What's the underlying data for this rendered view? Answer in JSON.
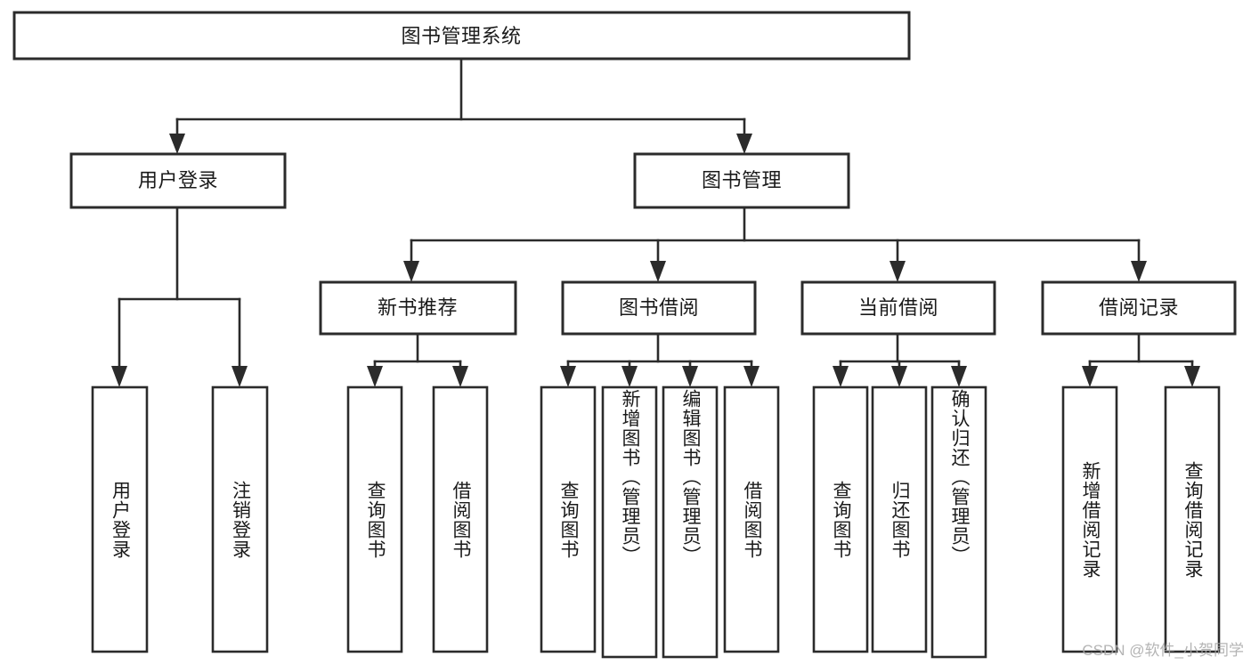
{
  "diagram": {
    "type": "hierarchy-tree",
    "title": "图书管理系统",
    "watermark": "CSDN @软件_小贺同学",
    "levels": {
      "root": {
        "label": "图书管理系统"
      },
      "level2": [
        {
          "id": "user-login",
          "label": "用户登录"
        },
        {
          "id": "book-manage",
          "label": "图书管理"
        }
      ],
      "level3": [
        {
          "id": "new-book-recommend",
          "label": "新书推荐",
          "parent": "book-manage"
        },
        {
          "id": "book-borrow",
          "label": "图书借阅",
          "parent": "book-manage"
        },
        {
          "id": "current-borrow",
          "label": "当前借阅",
          "parent": "book-manage"
        },
        {
          "id": "borrow-record",
          "label": "借阅记录",
          "parent": "book-manage"
        }
      ],
      "leaves": [
        {
          "id": "leaf-user-login",
          "label": "用户登录",
          "parent": "user-login"
        },
        {
          "id": "leaf-logout",
          "label": "注销登录",
          "parent": "user-login"
        },
        {
          "id": "leaf-query-book-1",
          "label": "查询图书",
          "parent": "new-book-recommend"
        },
        {
          "id": "leaf-borrow-book-1",
          "label": "借阅图书",
          "parent": "new-book-recommend"
        },
        {
          "id": "leaf-query-book-2",
          "label": "查询图书",
          "parent": "book-borrow"
        },
        {
          "id": "leaf-add-book",
          "label": "新增图书（管理员）",
          "parent": "book-borrow"
        },
        {
          "id": "leaf-edit-book",
          "label": "编辑图书（管理员）",
          "parent": "book-borrow"
        },
        {
          "id": "leaf-borrow-book-2",
          "label": "借阅图书",
          "parent": "book-borrow"
        },
        {
          "id": "leaf-query-book-3",
          "label": "查询图书",
          "parent": "current-borrow"
        },
        {
          "id": "leaf-return-book",
          "label": "归还图书",
          "parent": "current-borrow"
        },
        {
          "id": "leaf-confirm-return",
          "label": "确认归还（管理员）",
          "parent": "current-borrow"
        },
        {
          "id": "leaf-add-record",
          "label": "新增借阅记录",
          "parent": "borrow-record"
        },
        {
          "id": "leaf-query-record",
          "label": "查询借阅记录",
          "parent": "borrow-record"
        }
      ]
    },
    "colors": {
      "stroke": "#2b2b2b",
      "fill": "#ffffff",
      "text": "#1a1a1a",
      "watermark": "#a8a8a8"
    }
  }
}
